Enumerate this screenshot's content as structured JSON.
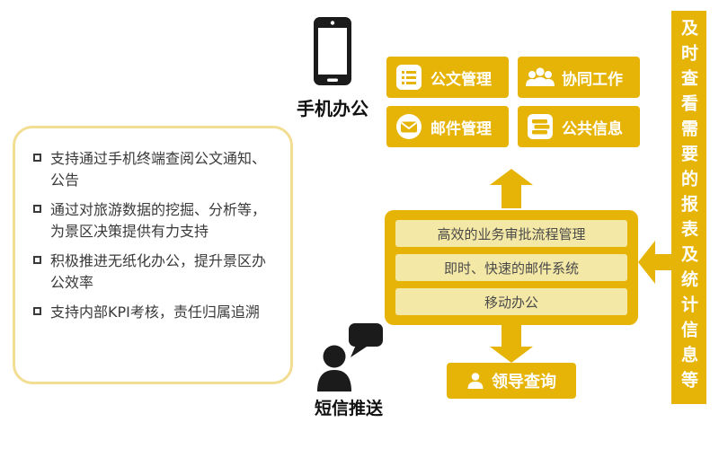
{
  "colors": {
    "gold": "#E6B406",
    "gold_light": "#F4E8A6"
  },
  "mobile_office": {
    "label": "手机办公"
  },
  "sms_push": {
    "label": "短信推送"
  },
  "feature_buttons": [
    {
      "label": "公文管理",
      "icon": "document-icon"
    },
    {
      "label": "协同工作",
      "icon": "team-icon"
    },
    {
      "label": "邮件管理",
      "icon": "mail-icon"
    },
    {
      "label": "公共信息",
      "icon": "info-icon"
    }
  ],
  "bullet_list": [
    "支持通过手机终端查阅公文通知、公告",
    "通过对旅游数据的挖掘、分析等，为景区决策提供有力支持",
    "积极推进无纸化办公，提升景区办公效率",
    "支持内部KPI考核，责任归属追溯"
  ],
  "process_items": [
    "高效的业务审批流程管理",
    "即时、快速的邮件系统",
    "移动办公"
  ],
  "leader_query": {
    "label": "领导查询"
  },
  "side_banner": {
    "text": "及时查看需要的报表及统计信息等"
  }
}
